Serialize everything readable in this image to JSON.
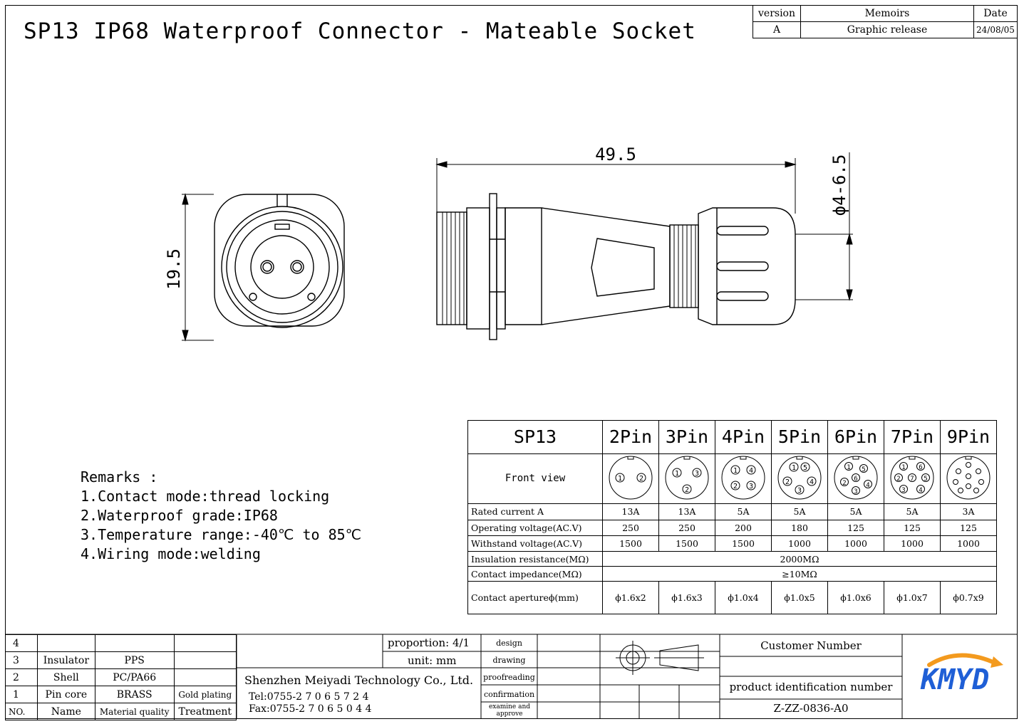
{
  "title": "SP13 IP68 Waterproof Connector - Mateable Socket",
  "version_block": {
    "headers": [
      "version",
      "Memoirs",
      "Date"
    ],
    "row": [
      "A",
      "Graphic release",
      "24/08/05"
    ]
  },
  "dimensions": {
    "length": "49.5",
    "front_diameter": "19.5",
    "cable_range": "ϕ4-6.5"
  },
  "remarks": {
    "title": "Remarks :",
    "items": [
      "1.Contact mode:thread locking",
      "2.Waterproof grade:IP68",
      "3.Temperature range:-40℃ to 85℃",
      "4.Wiring mode:welding"
    ]
  },
  "spec_table": {
    "model": "SP13",
    "pins": [
      "2Pin",
      "3Pin",
      "4Pin",
      "5Pin",
      "6Pin",
      "7Pin",
      "9Pin"
    ],
    "front_view_label": "Front view",
    "rows": [
      {
        "label": "Rated current A",
        "values": [
          "13A",
          "13A",
          "5A",
          "5A",
          "5A",
          "5A",
          "3A"
        ]
      },
      {
        "label": "Operating voltage(AC.V)",
        "values": [
          "250",
          "250",
          "200",
          "180",
          "125",
          "125",
          "125"
        ]
      },
      {
        "label": "Withstand voltage(AC.V)",
        "values": [
          "1500",
          "1500",
          "1500",
          "1000",
          "1000",
          "1000",
          "1000"
        ]
      }
    ],
    "insulation": {
      "label": "Insulation resistance(MΩ)",
      "value": "2000MΩ"
    },
    "impedance": {
      "label": "Contact impedance(MΩ)",
      "value": "≥10MΩ"
    },
    "aperture": {
      "label": "Contact apertureϕ(mm)",
      "values": [
        "ϕ1.6x2",
        "ϕ1.6x3",
        "ϕ1.0x4",
        "ϕ1.0x5",
        "ϕ1.0x6",
        "ϕ1.0x7",
        "ϕ0.7x9"
      ]
    }
  },
  "bom": {
    "rows": [
      {
        "no": "4",
        "name": "",
        "material": "",
        "treatment": ""
      },
      {
        "no": "3",
        "name": "Insulator",
        "material": "PPS",
        "treatment": ""
      },
      {
        "no": "2",
        "name": "Shell",
        "material": "PC/PA66",
        "treatment": ""
      },
      {
        "no": "1",
        "name": "Pin core",
        "material": "BRASS",
        "treatment": "Gold plating"
      }
    ],
    "header": {
      "no": "NO.",
      "name": "Name",
      "material": "Material quality",
      "treatment": "Treatment"
    }
  },
  "company": {
    "proportion": "proportion: 4/1",
    "unit": "unit: mm",
    "name": "Shenzhen Meiyadi Technology Co., Ltd.",
    "tel": "Tel:0755-2 7 0 6 5 7 2 4",
    "fax": "Fax:0755-2 7 0 6 5 0 4 4"
  },
  "signoff": [
    "design",
    "drawing",
    "proofreading",
    "confirmation",
    "examine and approve"
  ],
  "customer": {
    "customer_number_label": "Customer Number",
    "pid_label": "product identification number",
    "pid_value": "Z-ZZ-0836-A0"
  },
  "logo_text": "KMYD",
  "colors": {
    "logo_blue": "#1f5fd6",
    "logo_orange": "#f39a1e"
  }
}
